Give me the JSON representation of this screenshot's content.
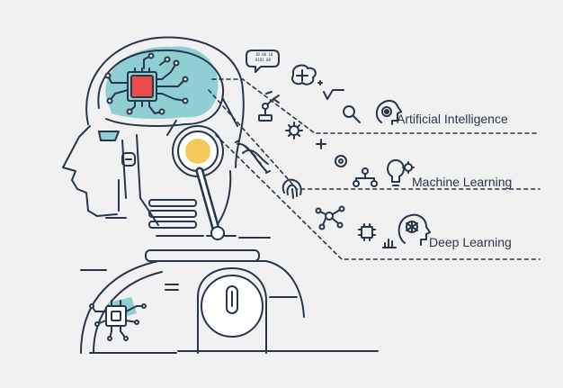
{
  "labels": {
    "ai": "Artificial Intelligence",
    "ml": "Machine Learning",
    "dl": "Deep Learning"
  },
  "bubble_text": [
    "10 00 10",
    "0101 00"
  ],
  "colors": {
    "stroke": "#27364a",
    "background": "#f1f1f1",
    "teal": "#8fcfd2",
    "red": "#ec4b4b",
    "yellow": "#f7c95a",
    "white": "#ffffff"
  },
  "icons": [
    "brain-icon",
    "chat-bubble-icon",
    "robot-arm-icon",
    "gear-icon",
    "magnifier-icon",
    "ai-head-icon",
    "dna-icon",
    "plus-icon",
    "fingerprint-icon",
    "network-icon",
    "lightbulb-gear-icon",
    "chip-icon",
    "bar-chart-icon",
    "deep-learning-head-icon",
    "cpu-icon"
  ]
}
